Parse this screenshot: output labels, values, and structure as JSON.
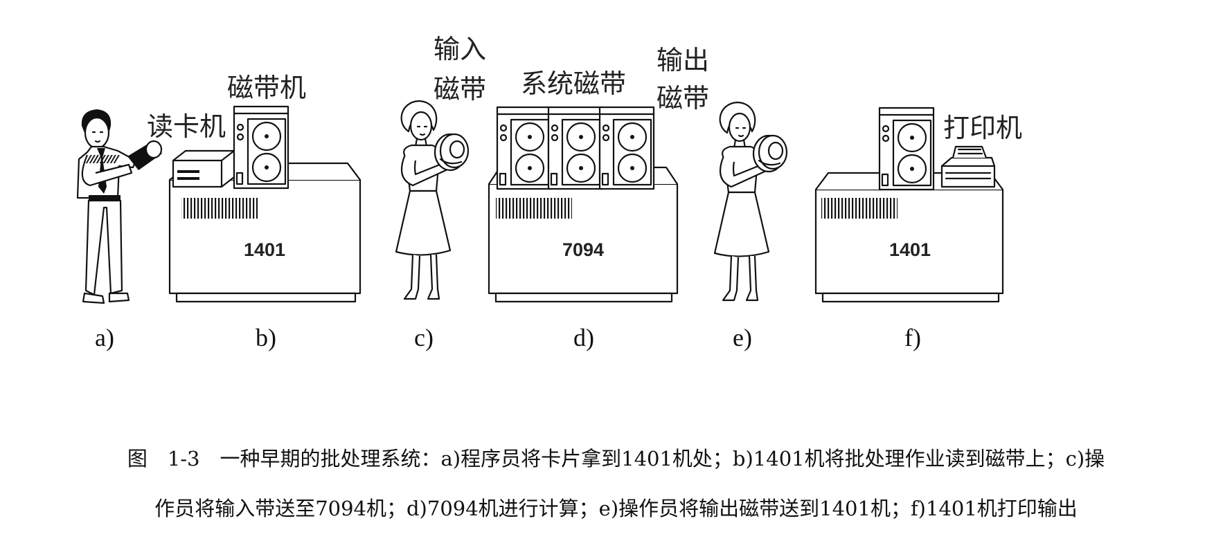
{
  "labels": {
    "card_reader": "读卡机",
    "tape_drive": "磁带机",
    "input_tape_line1": "输入",
    "input_tape_line2": "磁带",
    "system_tape": "系统磁带",
    "output_tape_line1": "输出",
    "output_tape_line2": "磁带",
    "printer": "打印机"
  },
  "machines": {
    "b": "1401",
    "d": "7094",
    "f": "1401"
  },
  "panels": [
    "a)",
    "b)",
    "c)",
    "d)",
    "e)",
    "f)"
  ],
  "caption": {
    "line1": "图　1-3　一种早期的批处理系统：a)程序员将卡片拿到1401机处；b)1401机将批处理作业读到磁带上；c)操",
    "line2": "作员将输入带送至7094机；d)7094机进行计算；e)操作员将输出磁带送到1401机；f)1401机打印输出"
  }
}
